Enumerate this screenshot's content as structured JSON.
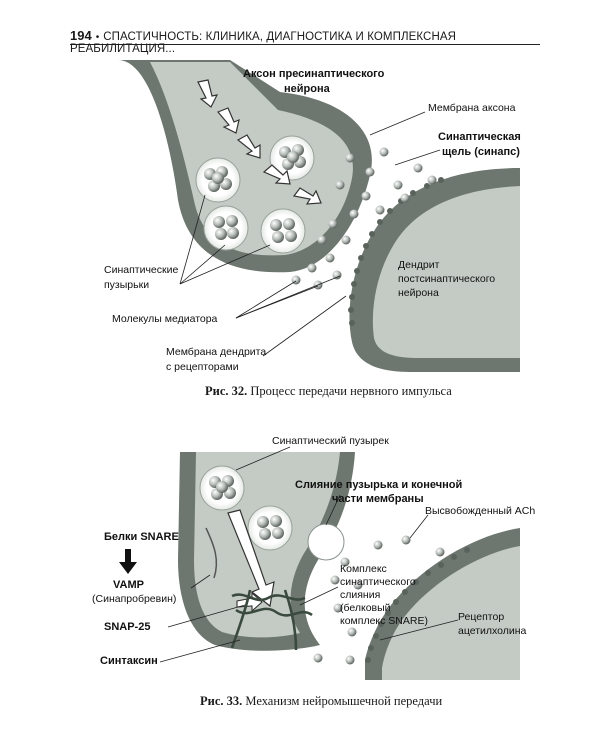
{
  "header": {
    "page_number": "194",
    "running_title": "СПАСТИЧНОСТЬ: КЛИНИКА, ДИАГНОСТИКА И КОМПЛЕКСНАЯ РЕАБИЛИТАЦИЯ..."
  },
  "figure32": {
    "labels": {
      "axon_title_1": "Аксон пресинаптического",
      "axon_title_2": "нейрона",
      "axon_membrane": "Мембрана аксона",
      "cleft_1": "Синаптическая",
      "cleft_2": "щель (синапс)",
      "dendrite_1": "Дендрит",
      "dendrite_2": "постсинаптического",
      "dendrite_3": "нейрона",
      "vesicles_1": "Синаптические",
      "vesicles_2": "пузырьки",
      "mediator": "Молекулы медиатора",
      "dendrite_membrane_1": "Мембрана дендрита",
      "dendrite_membrane_2": "с рецепторами"
    },
    "caption_label": "Рис. 32.",
    "caption_text": " Процесс передачи нервного импульса"
  },
  "figure33": {
    "labels": {
      "vesicle": "Синаптический пузырек",
      "fusion_1": "Слияние пузырька и конечной",
      "fusion_2": "части мембраны",
      "ach": "Высвобожденный ACh",
      "snare": "Белки SNARE",
      "vamp": "VAMP",
      "synaptobrevin": "(Синапробревин)",
      "snap25": "SNAP-25",
      "syntaxin": "Синтаксин",
      "complex_1": "Комплекс",
      "complex_2": "синаптического",
      "complex_3": "слияния",
      "complex_4": "(белковый",
      "complex_5": "комплекс SNARE)",
      "receptor_1": "Рецептор",
      "receptor_2": "ацетилхолина"
    },
    "caption_label": "Рис. 33.",
    "caption_text": " Механизм нейромышечной передачи"
  }
}
